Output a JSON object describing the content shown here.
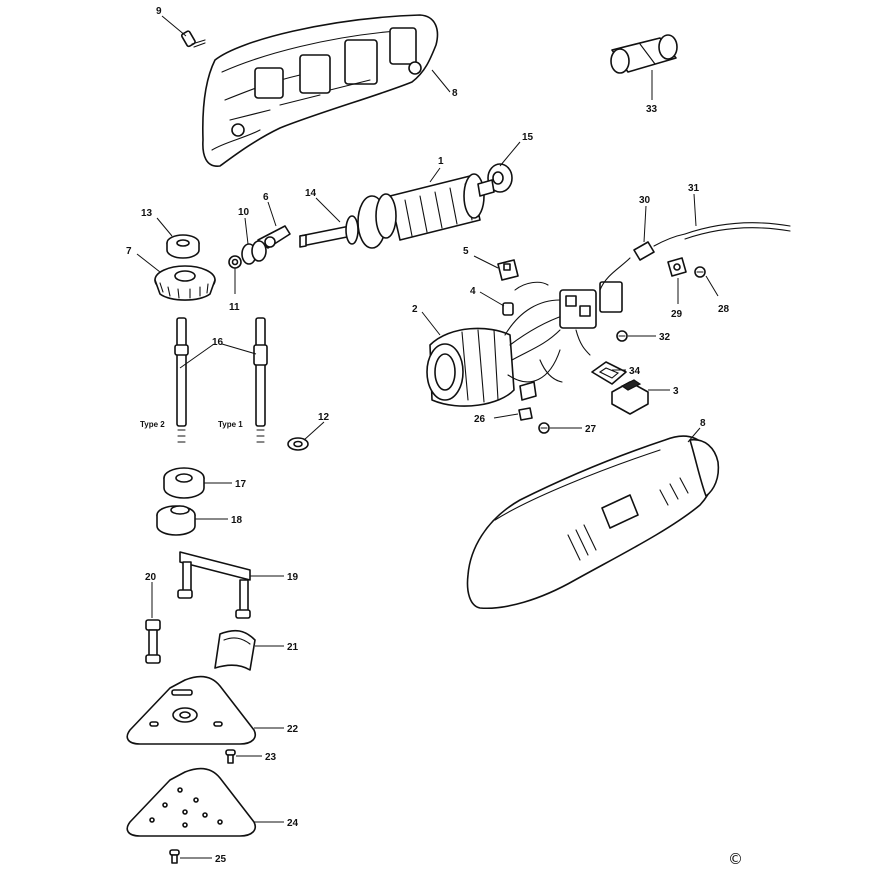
{
  "labels": {
    "p1": "1",
    "p2": "2",
    "p3": "3",
    "p4": "4",
    "p5": "5",
    "p6": "6",
    "p7": "7",
    "p8a": "8",
    "p8b": "8",
    "p9": "9",
    "p10": "10",
    "p11": "11",
    "p12": "12",
    "p13": "13",
    "p14": "14",
    "p15": "15",
    "p16": "16",
    "p17": "17",
    "p18": "18",
    "p19": "19",
    "p20": "20",
    "p21": "21",
    "p22": "22",
    "p23": "23",
    "p24": "24",
    "p25": "25",
    "p26": "26",
    "p27": "27",
    "p28": "28",
    "p29": "29",
    "p30": "30",
    "p31": "31",
    "p32": "32",
    "p33": "33",
    "p34": "34"
  },
  "type_labels": {
    "type2": "Type 2",
    "type1": "Type 1"
  },
  "copyright": "©",
  "colors": {
    "ink": "#111111",
    "paper": "#ffffff"
  }
}
